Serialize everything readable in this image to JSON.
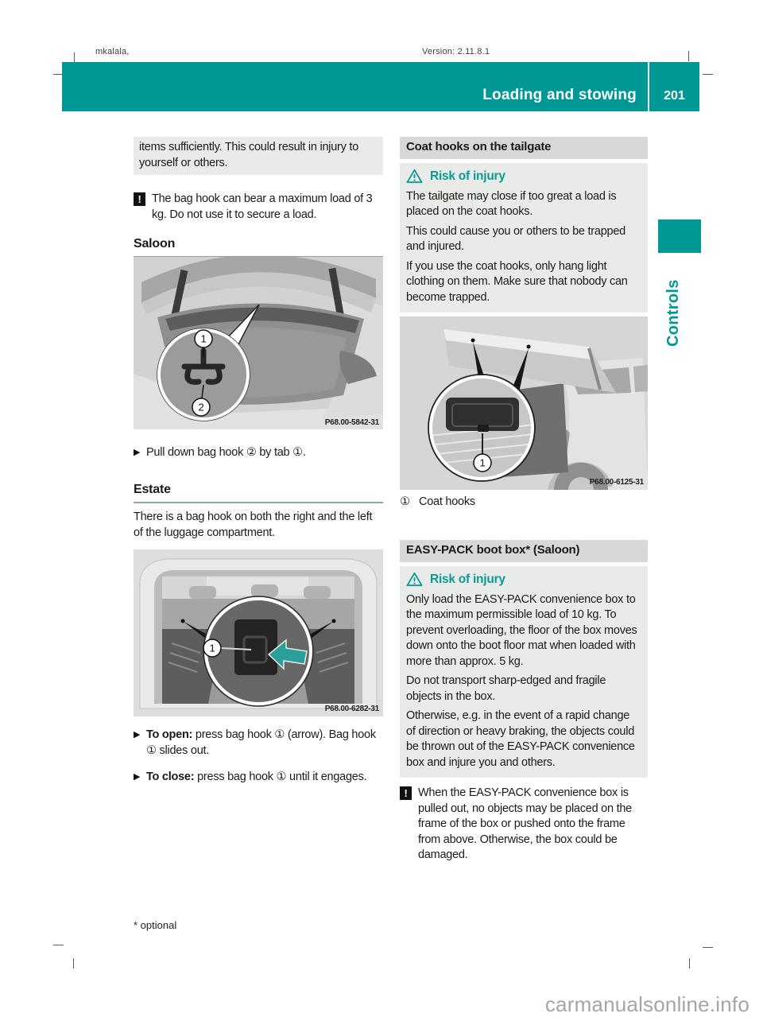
{
  "meta": {
    "user": "mkalala,",
    "version": "Version: 2.11.8.1"
  },
  "header": {
    "title": "Loading and stowing",
    "page_number": "201"
  },
  "side_tab": {
    "label": "Controls"
  },
  "colors": {
    "accent_teal": "#009894",
    "heading_box_grey": "#d7d9d6",
    "note_box_grey": "#e9ebe8"
  },
  "left_column": {
    "carryover_warning": "items sufficiently. This could result in injury to yourself or others.",
    "note_icon": "!",
    "bag_hook_note": "The bag hook can bear a maximum load of 3 kg. Do not use it to secure a load.",
    "saloon": {
      "heading": "Saloon",
      "step": {
        "bullet": "▶",
        "text": "Pull down bag hook ② by tab ①."
      }
    },
    "estate": {
      "heading": "Estate",
      "intro": "There is a bag hook on both the right and the left of the luggage compartment.",
      "step_open": {
        "bullet": "▶",
        "bold": "To open:",
        "text": " press bag hook ① (arrow). Bag hook ① slides out."
      },
      "step_close": {
        "bullet": "▶",
        "bold": "To close:",
        "text": " press bag hook ① until it engages."
      }
    }
  },
  "right_column": {
    "coat_hooks": {
      "heading": "Coat hooks on the tailgate",
      "warning_title": "Risk of injury",
      "paragraphs": [
        "The tailgate may close if too great a load is placed on the coat hooks.",
        "This could cause you or others to be trapped and injured.",
        "If you use the coat hooks, only hang light clothing on them. Make sure that nobody can become trapped."
      ],
      "caption_marker": "①",
      "caption_text": "Coat hooks"
    },
    "easy_pack": {
      "heading": "EASY-PACK boot box* (Saloon)",
      "warning_title": "Risk of injury",
      "paragraphs": [
        "Only load the EASY-PACK convenience box to the maximum permissible load of 10 kg. To prevent overloading, the floor of the box moves down onto the boot floor mat when loaded with more than approx. 5 kg.",
        "Do not transport sharp-edged and fragile objects in the box.",
        "Otherwise, e.g. in the event of a rapid change of direction or heavy braking, the objects could be thrown out of the EASY-PACK convenience box and injure you and others."
      ],
      "note_icon": "!",
      "note": "When the EASY-PACK convenience box is pulled out, no objects may be placed on the frame of the box or pushed onto the frame from above. Otherwise, the box could be damaged."
    }
  },
  "figures": {
    "saloon_boot": {
      "code": "P68.00-5842-31",
      "callout1": "1",
      "callout2": "2"
    },
    "estate_boot": {
      "code": "P68.00-6282-31",
      "callout1": "1"
    },
    "tailgate": {
      "code": "P68.00-6125-31",
      "callout1": "1"
    }
  },
  "footer": {
    "optional_note": "* optional"
  },
  "watermark": "carmanualsonline.info"
}
